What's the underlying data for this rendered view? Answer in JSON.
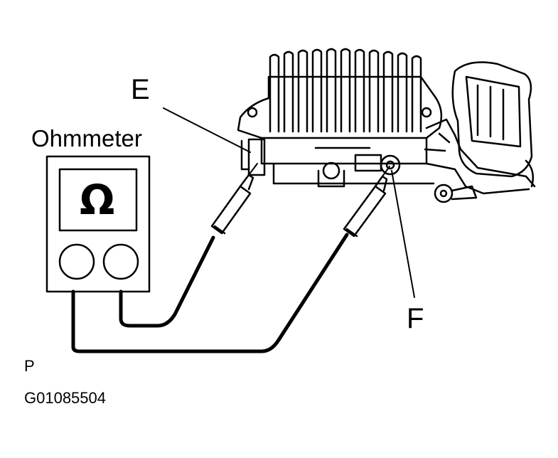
{
  "labels": {
    "meter_name": "Ohmmeter",
    "meter_symbol": "Ω",
    "terminal_e": "E",
    "terminal_f": "F",
    "corner_mark": "P",
    "figure_code": "G01085504"
  },
  "colors": {
    "ink": "#000000",
    "paper": "#ffffff"
  },
  "icons": {
    "meter": "ohmmeter-icon",
    "regulator": "voltage-regulator-icon",
    "probe": "test-probe-icon"
  }
}
